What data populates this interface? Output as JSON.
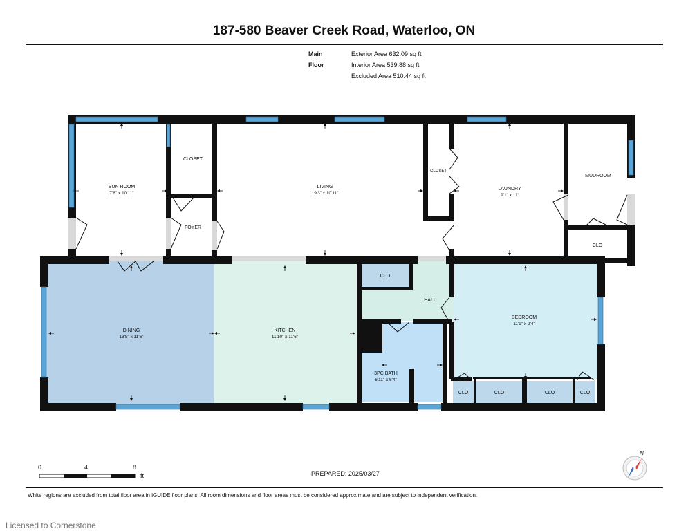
{
  "title": "187-580 Beaver Creek Road, Waterloo, ON",
  "floor_label": "Main Floor",
  "areas": [
    "Exterior Area 632.09 sq ft",
    "Interior Area 539.88 sq ft",
    "Excluded Area 510.44 sq ft"
  ],
  "rooms": {
    "sun_room": {
      "name": "SUN ROOM",
      "dims": "7'8\" x 10'11\""
    },
    "closet_left": {
      "name": "CLOSET"
    },
    "foyer": {
      "name": "FOYER"
    },
    "living": {
      "name": "LIVING",
      "dims": "19'3\" x 10'11\""
    },
    "closet_mid": {
      "name": "CLOSET"
    },
    "laundry": {
      "name": "LAUNDRY",
      "dims": "9'1\" x 11'"
    },
    "mudroom": {
      "name": "MUDROOM"
    },
    "clo_mudroom": {
      "name": "CLO"
    },
    "dining": {
      "name": "DINING",
      "dims": "13'8\" x 11'6\""
    },
    "kitchen": {
      "name": "KITCHEN",
      "dims": "11'10\" x 11'6\""
    },
    "clo_hall": {
      "name": "CLO"
    },
    "hall": {
      "name": "HALL"
    },
    "bath": {
      "name": "3PC BATH",
      "dims": "6'11\" x 6'4\""
    },
    "bedroom": {
      "name": "BEDROOM",
      "dims": "11'9\" x 9'4\""
    },
    "clo_bed_1": {
      "name": "CLO"
    },
    "clo_bed_2": {
      "name": "CLO"
    },
    "clo_bed_3": {
      "name": "CLO"
    },
    "clo_bed_4": {
      "name": "CLO"
    }
  },
  "scale": {
    "ticks": [
      "0",
      "4",
      "8"
    ],
    "unit": "ft"
  },
  "compass": {
    "north": "N"
  },
  "prepared": "PREPARED: 2025/03/27",
  "footer": "White regions are excluded from total floor area in iGUIDE floor plans. All room dimensions and floor areas must be considered approximate and are subject to independent verification.",
  "license": "Licensed to Cornerstone",
  "colors": {
    "wall": "#111111",
    "window": "#5aa5d6",
    "dining": "#b6d1e8",
    "kitchen": "#dcf2ea",
    "bedroom": "#d4eef6",
    "bath": "#bfe0f7",
    "hall": "#d6eee8",
    "clo": "#bcd8ea",
    "excluded": "#ffffff",
    "compass_red": "#e53935",
    "compass_blue": "#3f6fbf"
  }
}
